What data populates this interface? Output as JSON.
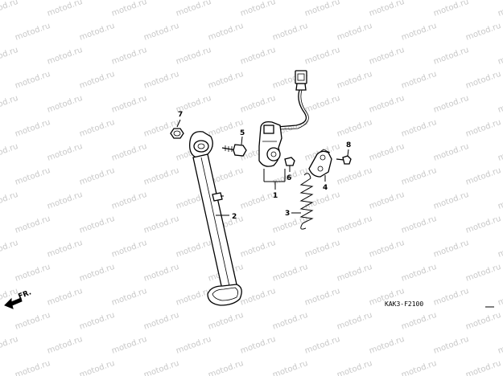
{
  "watermark": {
    "text": "motod.ru"
  },
  "direction": {
    "label": "FR."
  },
  "diagram_code": "KAK3-F2100",
  "callouts": [
    {
      "id": "1",
      "label": "1"
    },
    {
      "id": "2",
      "label": "2"
    },
    {
      "id": "3",
      "label": "3"
    },
    {
      "id": "4",
      "label": "4"
    },
    {
      "id": "5",
      "label": "5"
    },
    {
      "id": "6",
      "label": "6"
    },
    {
      "id": "7",
      "label": "7"
    },
    {
      "id": "8",
      "label": "8"
    }
  ]
}
